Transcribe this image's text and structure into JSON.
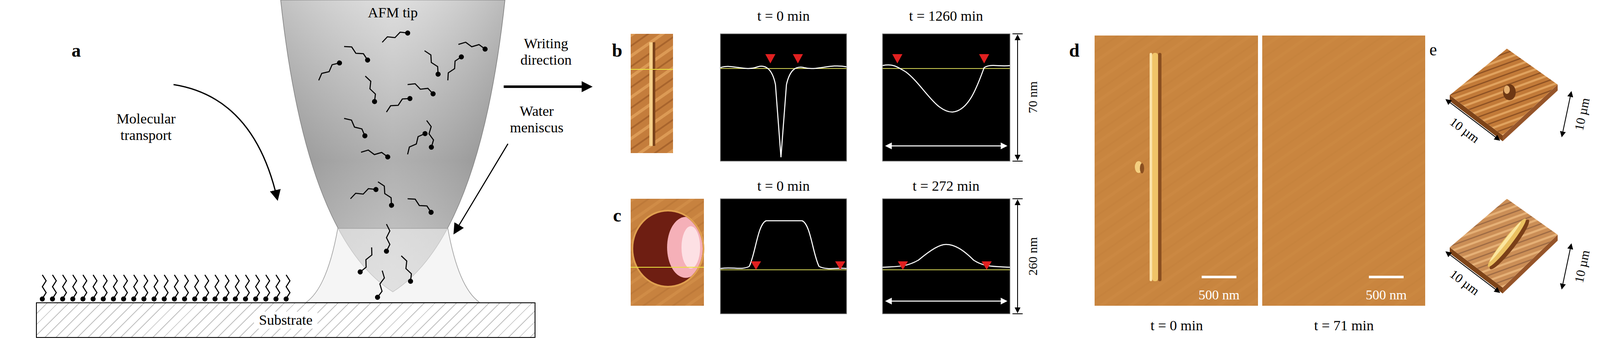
{
  "diagram": {
    "nodes": [
      {
        "text": [
          "AFM tip"
        ]
      },
      {
        "text": [
          "Substrate"
        ]
      }
    ],
    "labels": [
      "a",
      "Writing direction",
      "Molecular transport",
      "Water meniscus",
      "b",
      "t = 0 min",
      "t = 1260 min",
      "70 nm",
      "c",
      "t = 0 min",
      "t = 272 min",
      "260 nm",
      "d",
      "500 nm",
      "500 nm",
      "t = 0 min",
      "t = 71 min",
      "e",
      "10 µm",
      "10 µm",
      "10 µm",
      "10 µm"
    ]
  }
}
